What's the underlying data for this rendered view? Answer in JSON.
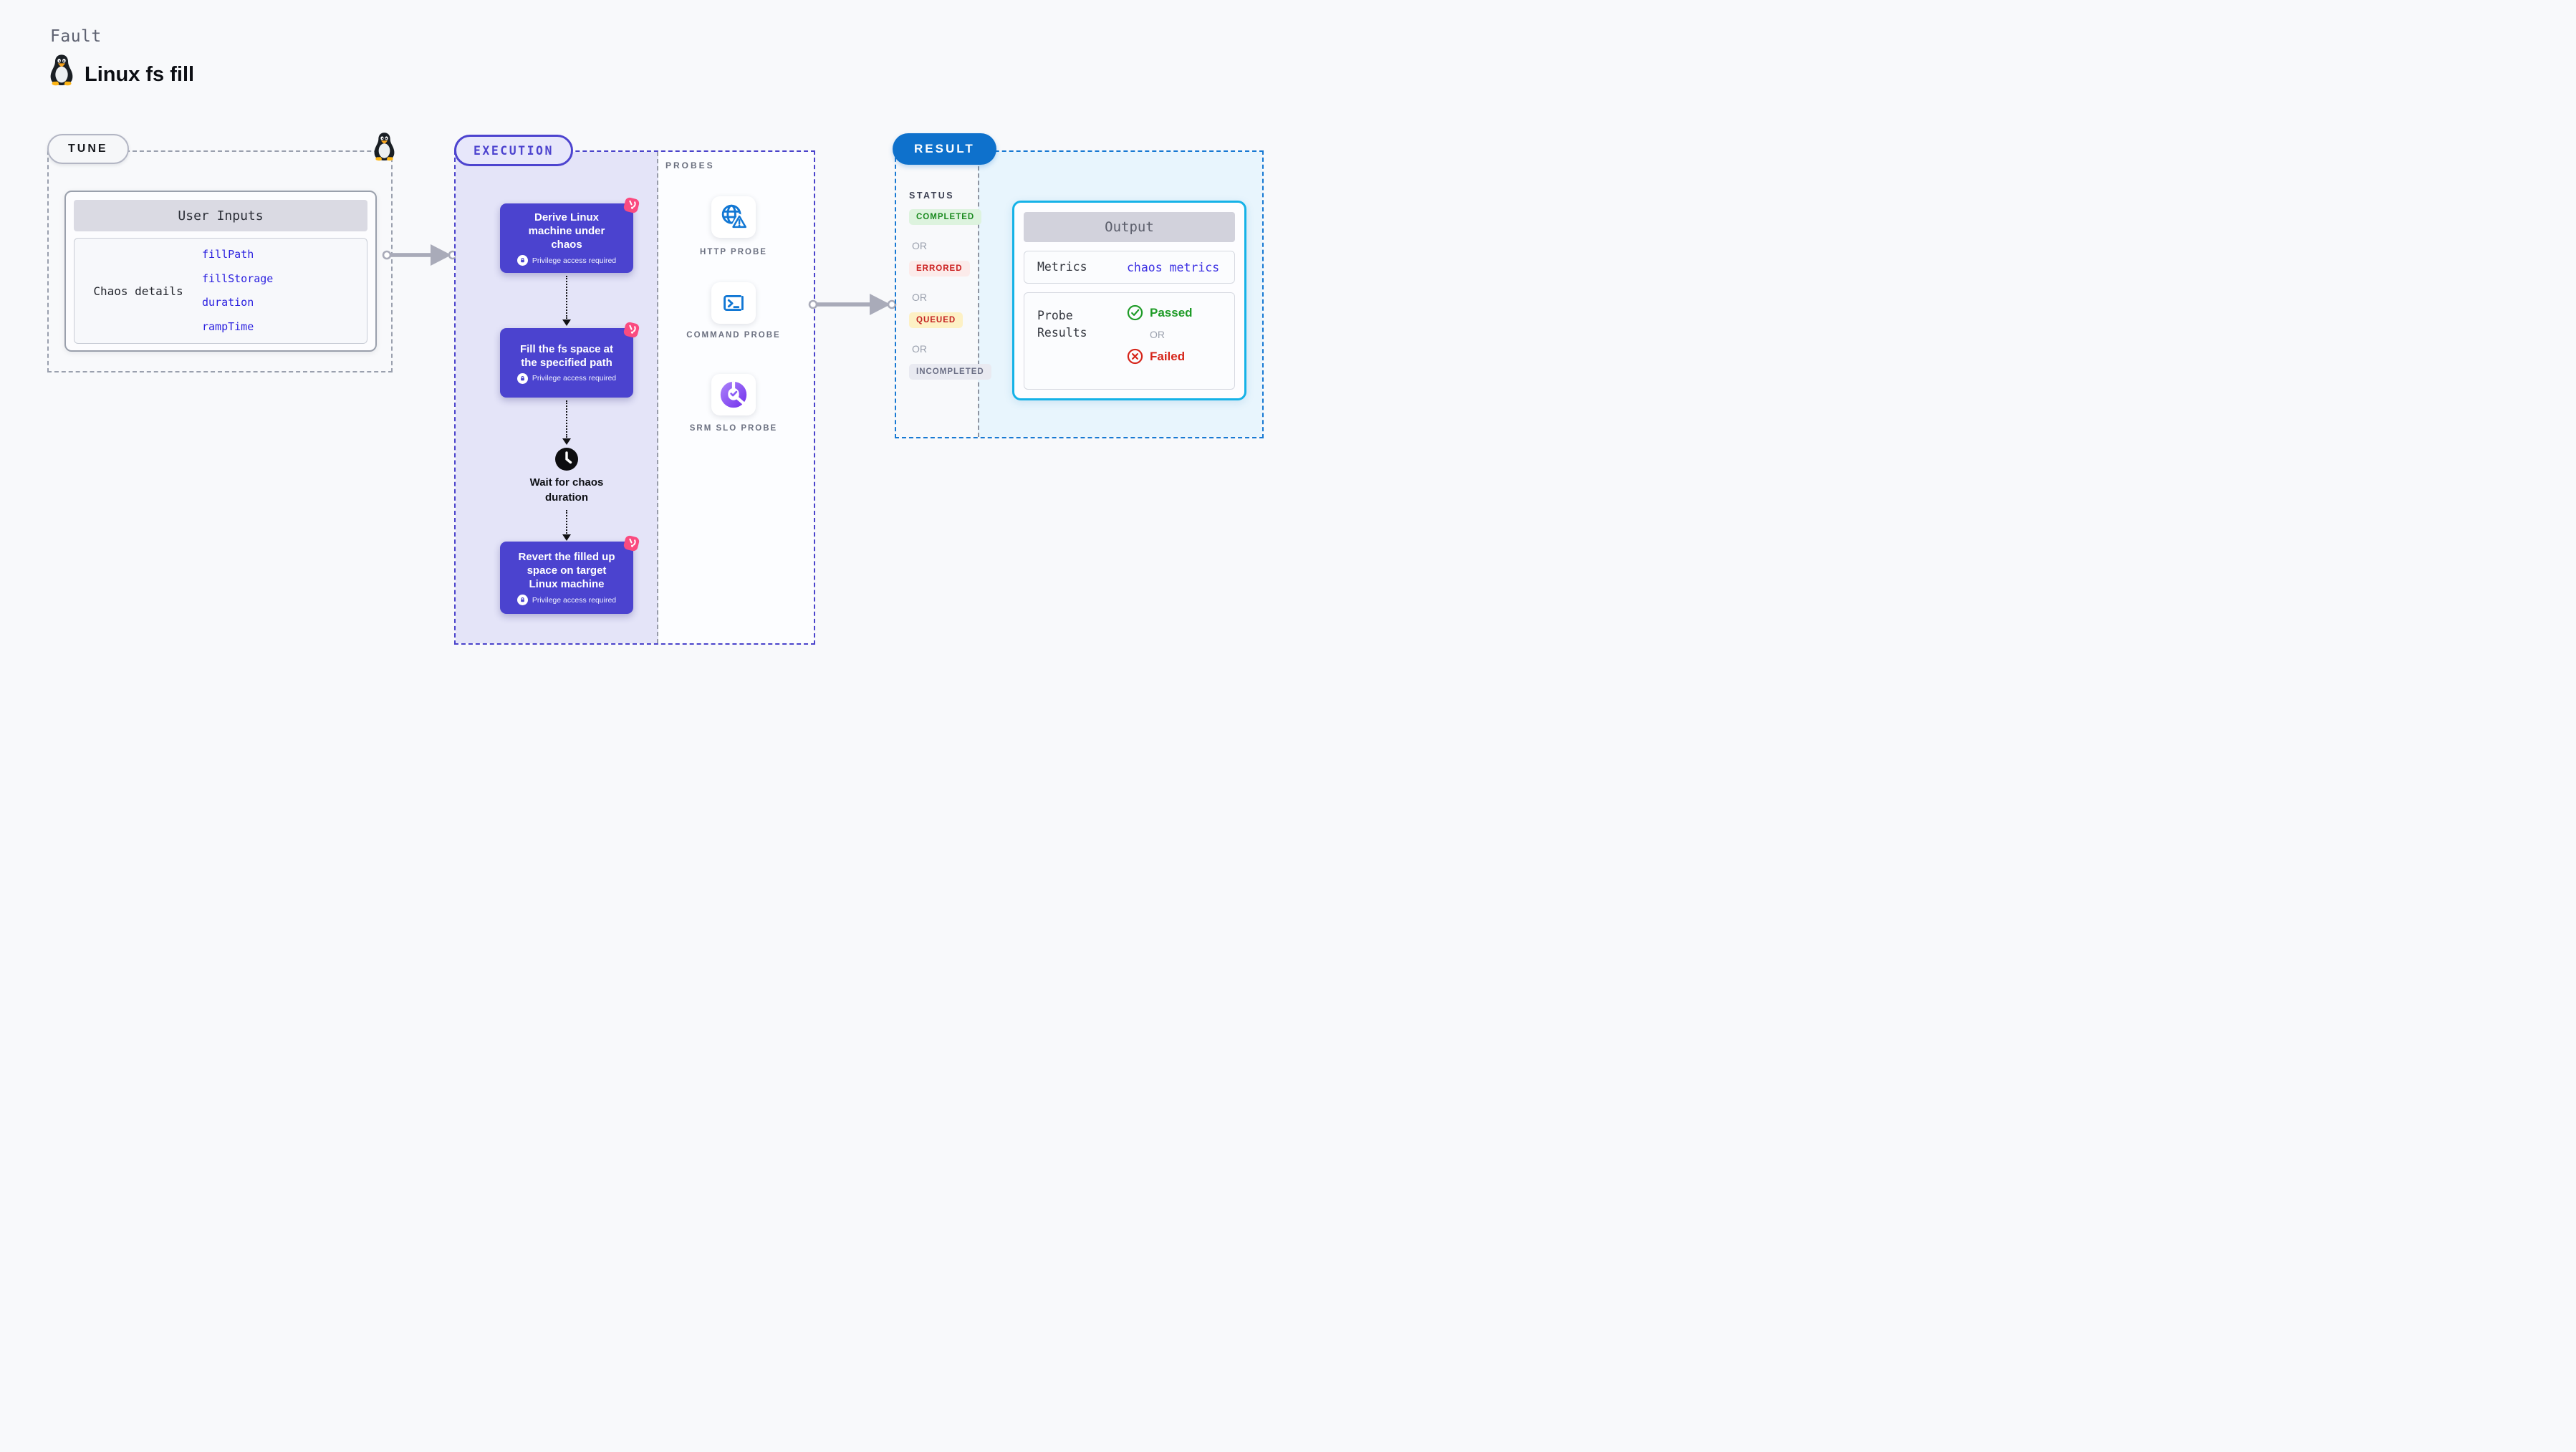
{
  "page": {
    "kicker": "Fault",
    "title": "Linux fs fill"
  },
  "tune": {
    "label": "TUNE",
    "card": {
      "header": "User Inputs",
      "row_label": "Chaos details",
      "fields": [
        "fillPath",
        "fillStorage",
        "duration",
        "rampTime"
      ]
    }
  },
  "execution": {
    "label": "EXECUTION",
    "nodes": [
      {
        "title": "Derive Linux machine under chaos",
        "note": "Privilege access required"
      },
      {
        "title": "Fill the fs space at the specified path",
        "note": "Privilege access required"
      },
      {
        "title": "Revert the filled up space on target Linux machine",
        "note": "Privilege access required"
      }
    ],
    "wait_label": "Wait for chaos duration"
  },
  "probes": {
    "label": "PROBES",
    "items": [
      {
        "name": "HTTP PROBE"
      },
      {
        "name": "COMMAND PROBE"
      },
      {
        "name": "SRM SLO PROBE"
      }
    ]
  },
  "result": {
    "label": "RESULT",
    "status": {
      "heading": "STATUS",
      "or": "OR",
      "badges": [
        {
          "text": "COMPLETED",
          "fg": "#1a8a1f",
          "bg": "#ddf3de"
        },
        {
          "text": "ERRORED",
          "fg": "#cb1f1f",
          "bg": "#fcebea"
        },
        {
          "text": "QUEUED",
          "fg": "#c32020",
          "bg": "#fdf1c5"
        },
        {
          "text": "INCOMPLETED",
          "fg": "#6b6f85",
          "bg": "#e9eaf1"
        }
      ]
    },
    "output": {
      "header": "Output",
      "metrics_label": "Metrics",
      "metrics_value": "chaos metrics",
      "probe_results_label": "Probe Results",
      "passed": "Passed",
      "or": "OR",
      "failed": "Failed"
    }
  },
  "colors": {
    "page_bg": "#f8f9fb",
    "execution_accent": "#4b43cf",
    "execution_panel": "#e4e4f8",
    "result_accent": "#1779d3",
    "result_pill": "#0e71cc",
    "result_panel": "#e8f5fd",
    "output_border": "#15b2e7",
    "probe_icon_blue": "#1177d4",
    "slo_purple": "#8b5cf6",
    "chaos_pink": "#fa4b80",
    "link_blue": "#2a1fdf",
    "passed_green": "#1e9b27",
    "failed_red": "#d6251a",
    "arrow_gray": "#a9abb9"
  }
}
